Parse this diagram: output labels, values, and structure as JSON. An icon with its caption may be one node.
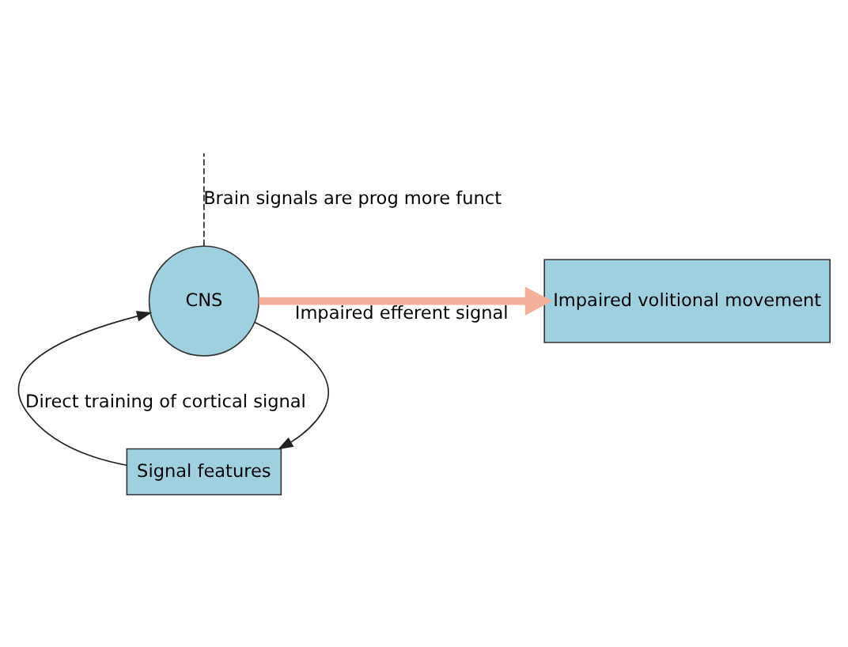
{
  "diagram": {
    "nodes": [
      {
        "text": [
          "Signal features"
        ]
      },
      {
        "text": [
          "CNS"
        ]
      },
      {
        "text": [
          "Impaired volitional movement"
        ]
      }
    ],
    "edges": [
      {
        "from": 1,
        "to": 0,
        "arrow": "to"
      },
      {
        "from": 0,
        "to": 1,
        "arrow": "to",
        "label": "Direct training of cortical signal"
      },
      {
        "from": 1,
        "to": 2,
        "arrow": "to",
        "label": "Impaired efferent signal",
        "style": "thick",
        "color": "#f4b09a"
      },
      {
        "from": 1,
        "to": null,
        "arrow": "none",
        "label": "Brain signals are prog more funct",
        "style": "dashed"
      }
    ]
  }
}
